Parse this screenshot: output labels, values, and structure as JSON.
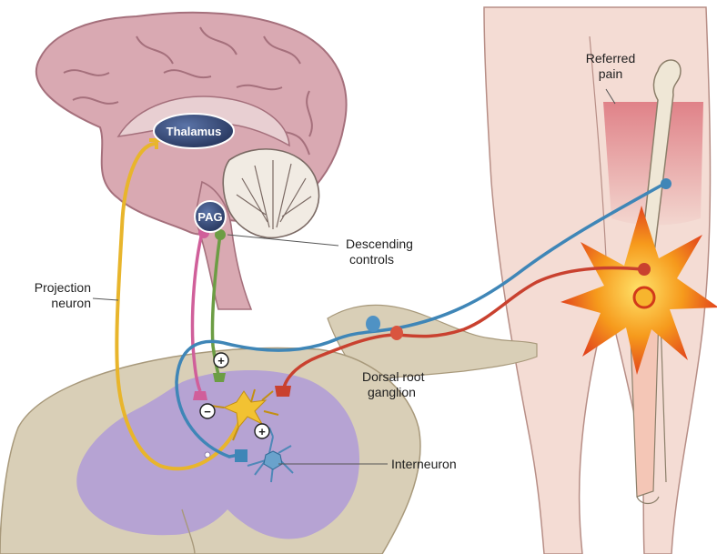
{
  "labels": {
    "thalamus": "Thalamus",
    "pag": "PAG",
    "descending_controls_1": "Descending",
    "descending_controls_2": "controls",
    "projection_neuron_1": "Projection",
    "projection_neuron_2": "neuron",
    "dorsal_root_ganglion_1": "Dorsal root",
    "dorsal_root_ganglion_2": "ganglion",
    "interneuron": "Interneuron",
    "referred_pain_1": "Referred",
    "referred_pain_2": "pain",
    "plus_sign": "+",
    "minus_sign": "−"
  },
  "colors": {
    "brain": "#d9a9b2",
    "brain_dark": "#a5707c",
    "cerebellum": "#f1ebe3",
    "skin": "#f4dcd4",
    "skin_outline": "#b78e86",
    "spinal_cord": "#d9cfb7",
    "grey_matter": "#b6a3d3",
    "projection_neuron": "#e8b52c",
    "descending_pink": "#d05f9a",
    "descending_green": "#6c9d44",
    "sensory_blue": "#3f86b7",
    "sensory_red": "#c9412f",
    "interneuron": "#4f88b8",
    "node_fill": "#3a4e7a",
    "pain_burst": "#f6a21c",
    "pain_core": "#e23b1e"
  }
}
